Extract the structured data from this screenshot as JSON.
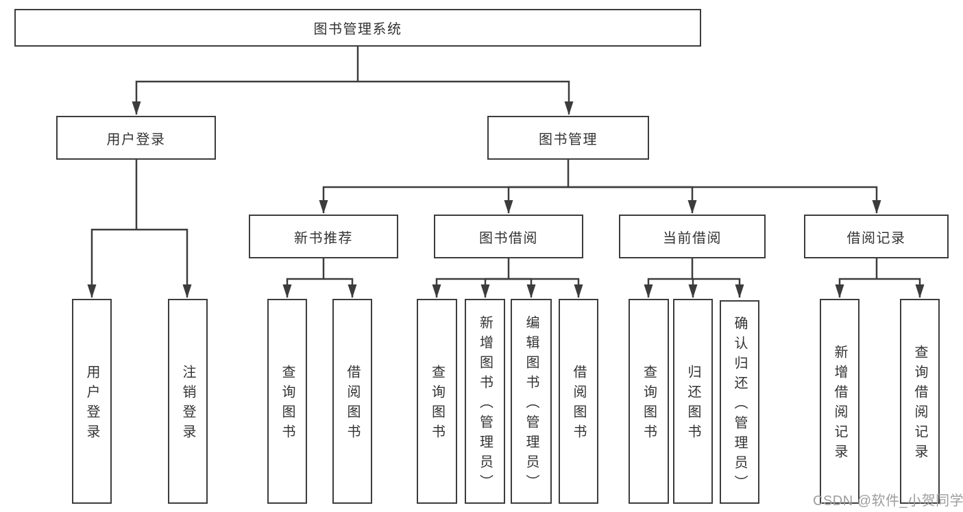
{
  "diagram": {
    "tree": {
      "label": "图书管理系统",
      "children": [
        {
          "label": "用户登录",
          "children": [
            {
              "label": "用户登录"
            },
            {
              "label": "注销登录"
            }
          ]
        },
        {
          "label": "图书管理",
          "children": [
            {
              "label": "新书推荐",
              "children": [
                {
                  "label": "查询图书"
                },
                {
                  "label": "借阅图书"
                }
              ]
            },
            {
              "label": "图书借阅",
              "children": [
                {
                  "label": "查询图书"
                },
                {
                  "label": "新增图书（管理员）"
                },
                {
                  "label": "编辑图书（管理员）"
                },
                {
                  "label": "借阅图书"
                }
              ]
            },
            {
              "label": "当前借阅",
              "children": [
                {
                  "label": "查询图书"
                },
                {
                  "label": "归还图书"
                },
                {
                  "label": "确认归还（管理员）"
                }
              ]
            },
            {
              "label": "借阅记录",
              "children": [
                {
                  "label": "新增借阅记录"
                },
                {
                  "label": "查询借阅记录"
                }
              ]
            }
          ]
        }
      ]
    },
    "colors": {
      "line": "#3c3c3c",
      "box_border": "#3c3c3c",
      "box_background": "#ffffff",
      "text": "#333333",
      "watermark": "#9d9d9d"
    }
  },
  "watermark": {
    "text": "CSDN @软件_小贺同学"
  }
}
